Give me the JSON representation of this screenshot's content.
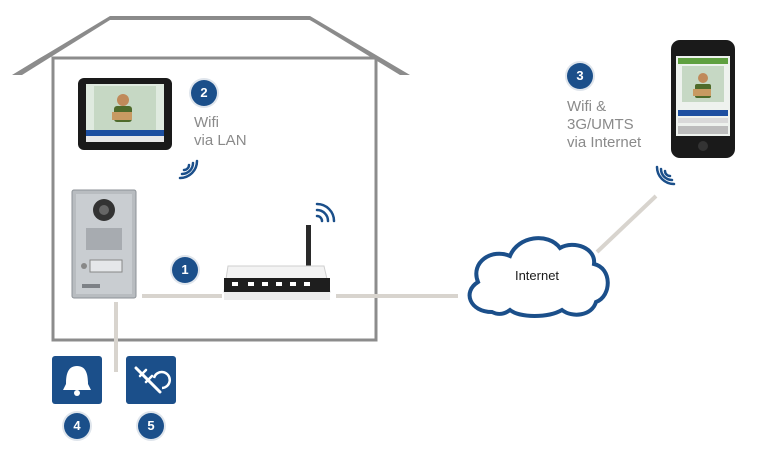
{
  "badges": {
    "b1": "1",
    "b2": "2",
    "b3": "3",
    "b4": "4",
    "b5": "5"
  },
  "labels": {
    "wifi_lan_line1": "Wifi",
    "wifi_lan_line2": "via LAN",
    "mobile_line1": "Wifi &",
    "mobile_line2": "3G/UMTS",
    "mobile_line3": "via Internet",
    "cloud": "Internet"
  },
  "colors": {
    "house": "#8c8c8c",
    "badge": "#1b4f8a",
    "cable": "#d8d4ce",
    "cloud_stroke": "#1b4f8a"
  }
}
